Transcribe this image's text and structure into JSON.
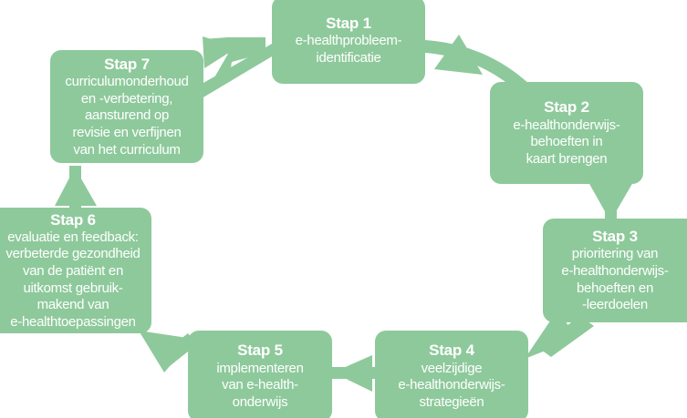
{
  "diagram": {
    "title": "e-health onderwijs curriculum cyclus",
    "type": "circular-process",
    "colors": {
      "box_fill": "#8ec99b",
      "arrow_fill": "#8ec99b",
      "text": "#ffffff",
      "background": "#ffffff"
    },
    "steps": [
      {
        "id": "step-1",
        "title": "Stap 1",
        "body": "e-healthprobleem-\nidentificatie"
      },
      {
        "id": "step-2",
        "title": "Stap 2",
        "body": "e-healthonderwijs-\nbehoeften in\nkaart brengen"
      },
      {
        "id": "step-3",
        "title": "Stap 3",
        "body": "prioritering van\ne-healthonderwijs-\nbehoeften en\n-leerdoelen"
      },
      {
        "id": "step-4",
        "title": "Stap 4",
        "body": "veelzijdige\ne-healthonderwijs-\nstrategieën"
      },
      {
        "id": "step-5",
        "title": "Stap 5",
        "body": "implementeren\nvan e-health-\nonderwijs"
      },
      {
        "id": "step-6",
        "title": "Stap 6",
        "body": "evaluatie en feedback:\nverbeterde gezondheid\nvan de patiënt en\nuitkomst gebruik-\nmakend van\ne-healthtoepassingen"
      },
      {
        "id": "step-7",
        "title": "Stap 7",
        "body": "curriculumonderhoud\nen -verbetering,\naansturend op\nrevisie en verfijnen\nvan het curriculum"
      }
    ],
    "connectors": [
      {
        "id": "arrow-7-to-1",
        "from": "step-7",
        "to": "step-1",
        "direction": "up-right"
      },
      {
        "id": "arrow-1-to-2",
        "from": "step-1",
        "to": "step-2",
        "direction": "down-right"
      },
      {
        "id": "arrow-2-to-3",
        "from": "step-2",
        "to": "step-3",
        "direction": "down"
      },
      {
        "id": "arrow-3-to-4",
        "from": "step-3",
        "to": "step-4",
        "direction": "down-left"
      },
      {
        "id": "arrow-4-to-5",
        "from": "step-4",
        "to": "step-5",
        "direction": "left"
      },
      {
        "id": "arrow-5-to-6",
        "from": "step-5",
        "to": "step-6",
        "direction": "down-left"
      },
      {
        "id": "arrow-6-to-7",
        "from": "step-6",
        "to": "step-7",
        "direction": "up"
      }
    ]
  }
}
